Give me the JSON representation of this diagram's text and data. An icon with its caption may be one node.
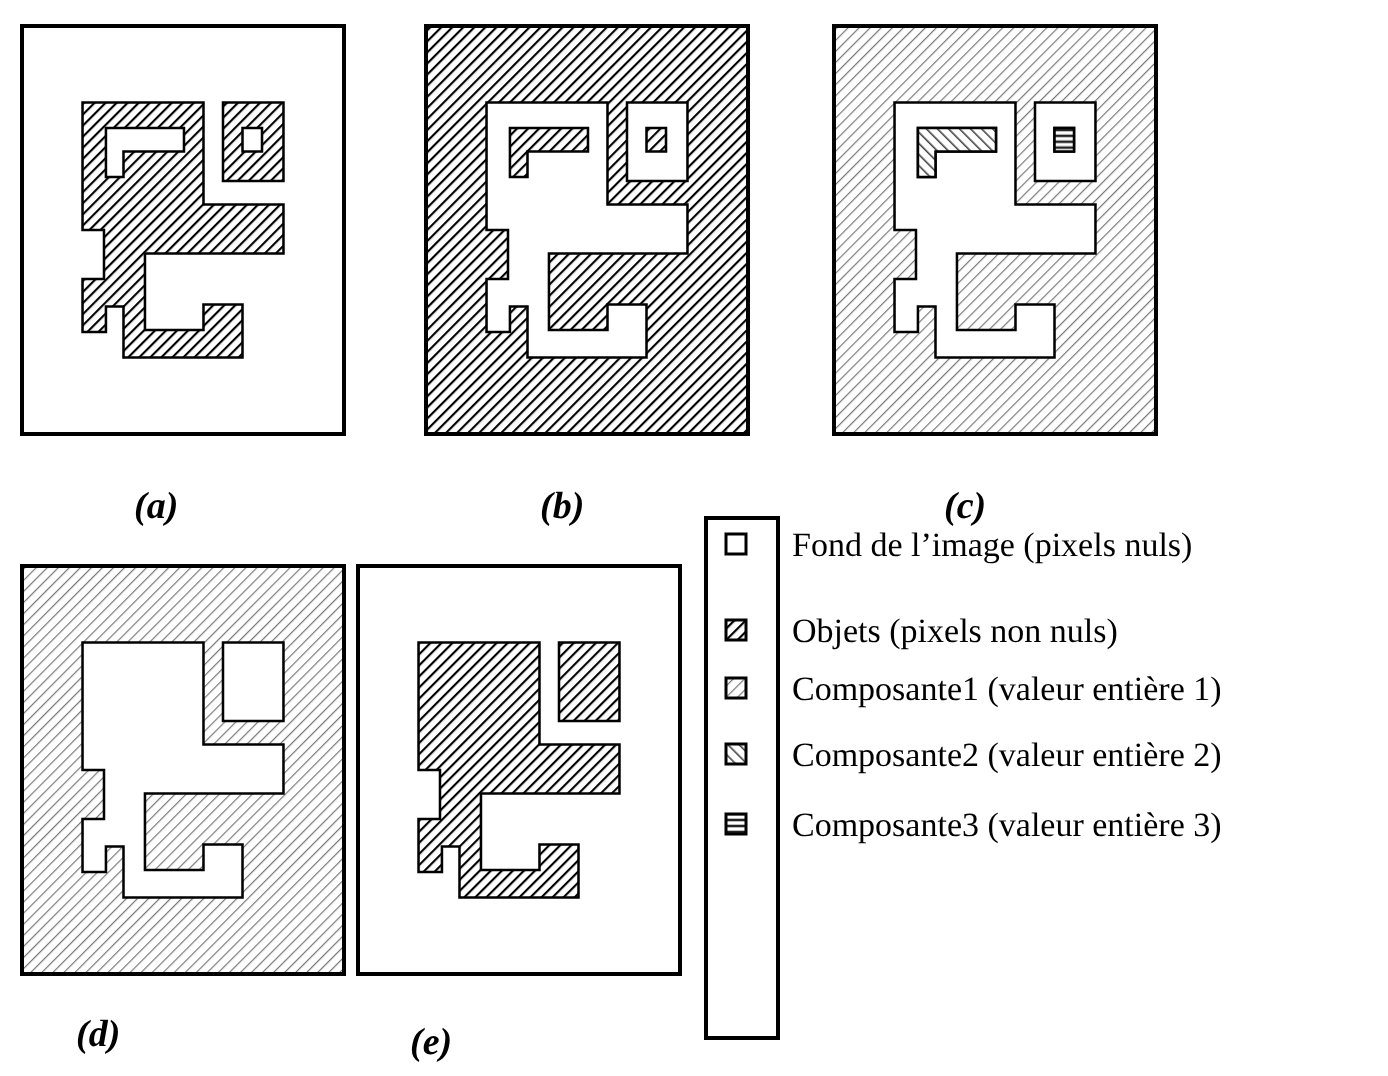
{
  "diagram": {
    "nodes": [
      {
        "text": [],
        "shape": "picture",
        "beside": [
          "(a)"
        ]
      },
      {
        "text": [],
        "shape": "picture",
        "beside": [
          "(b)"
        ]
      },
      {
        "text": [],
        "shape": "picture",
        "beside": [
          "(c)"
        ]
      },
      {
        "text": [],
        "shape": "picture",
        "beside": [
          "(d)"
        ]
      },
      {
        "text": [],
        "shape": "picture",
        "beside": [
          "(e)"
        ]
      }
    ],
    "legend": [
      {
        "text": "Fond de l’image (pixels nuls)"
      },
      {
        "text": "Objets (pixels non nuls)"
      },
      {
        "text": "Composante1 (valeur entière 1)"
      },
      {
        "text": "Composante2 (valeur entière 2)"
      },
      {
        "text": "Composante3 (valeur entière 3)"
      }
    ]
  }
}
